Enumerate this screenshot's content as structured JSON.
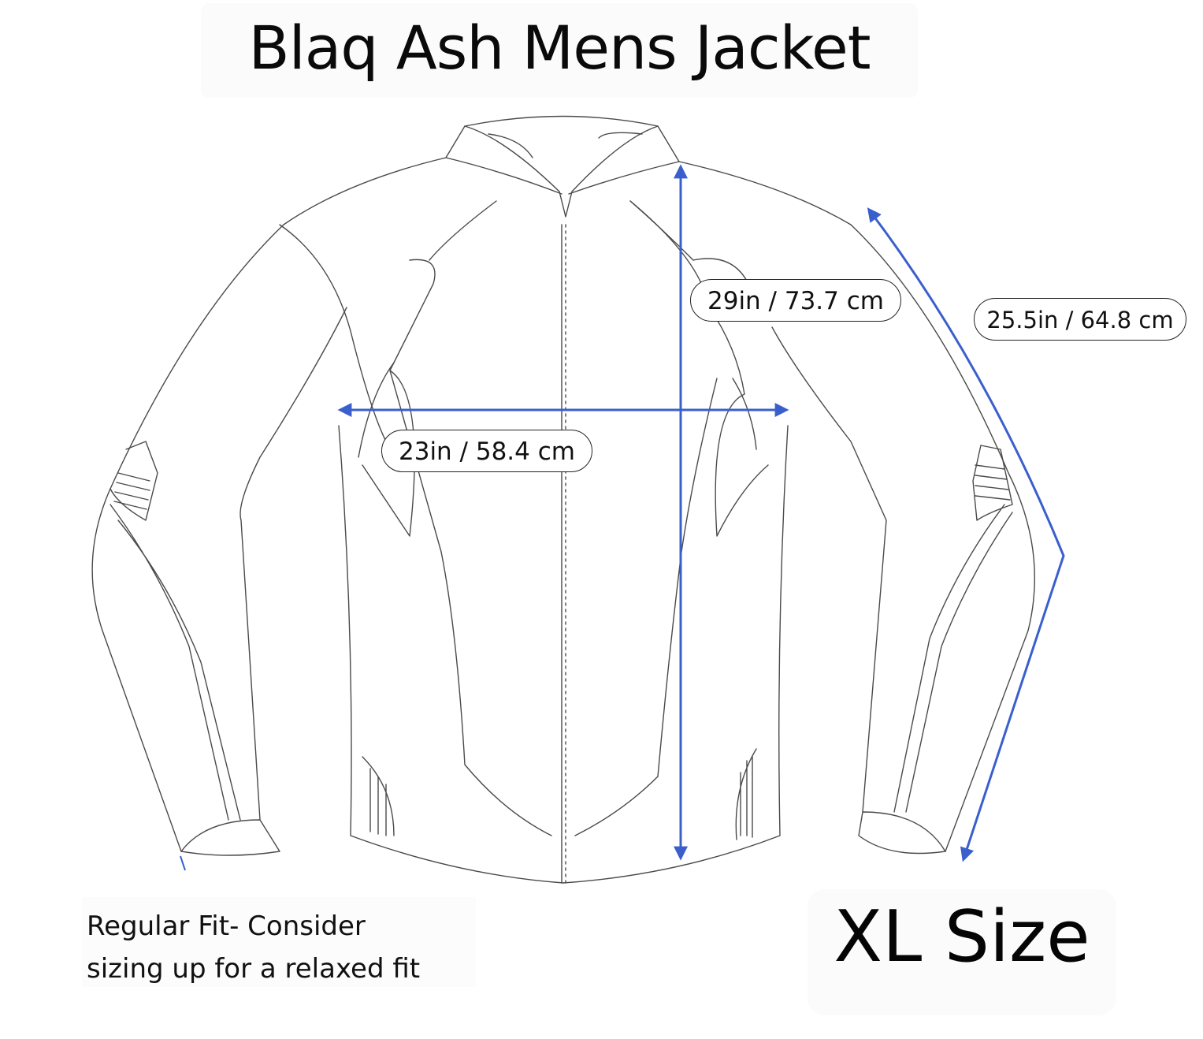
{
  "title": "Blaq Ash Mens Jacket",
  "measurements": {
    "length": "29in / 73.7 cm",
    "chest": "23in / 58.4 cm",
    "sleeve": "25.5in / 64.8 cm"
  },
  "note": {
    "line1": "Regular Fit- Consider",
    "line2": "sizing up for a relaxed fit"
  },
  "size_label": "XL Size",
  "colors": {
    "arrow": "#3a5fcd",
    "outline": "#4a4a4a",
    "background": "#ffffff"
  },
  "icons": [
    "jacket-outline-icon",
    "double-arrow-icon"
  ]
}
